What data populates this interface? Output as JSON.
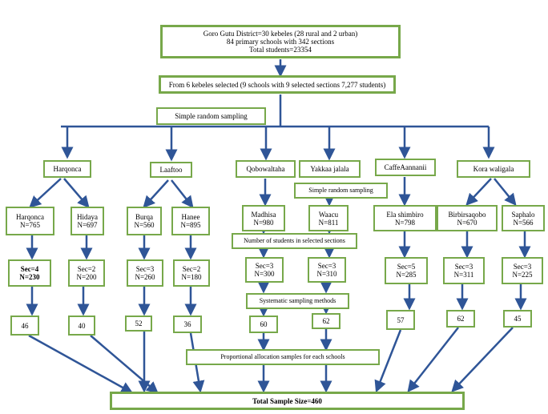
{
  "top": {
    "line1": "Goro Gutu District=30 kebeles (28 rural and 2 urban)",
    "line2": "84 primary schools with 342 sections",
    "line3": "Total students=23354"
  },
  "selected": "From 6 kebeles selected (9 schools with 9 selected sections 7,277 students)",
  "method_random": "Simple random sampling",
  "kebeles": [
    "Harqonca",
    "Laaftoo",
    "Qobowaltaha",
    "Yakkaa jalala",
    "CaffeAannanii",
    "Kora waligala"
  ],
  "method_random_2": "Simple random sampling",
  "schools": [
    {
      "name": "Harqonca",
      "n": "N=765",
      "sec": "Sec=4",
      "sn": "N=230",
      "sample": "46"
    },
    {
      "name": "Hidaya",
      "n": "N=697",
      "sec": "Sec=2",
      "sn": "N=200",
      "sample": "40"
    },
    {
      "name": "Burqa",
      "n": "N=560",
      "sec": "Sec=3",
      "sn": "N=260",
      "sample": "52"
    },
    {
      "name": "Hanee",
      "n": "N=895",
      "sec": "Sec=2",
      "sn": "N=180",
      "sample": "36"
    },
    {
      "name": "Madhisa",
      "n": "N=980",
      "sec": "Sec=3",
      "sn": "N=300",
      "sample": "60"
    },
    {
      "name": "Waacu",
      "n": "N=811",
      "sec": "Sec=3",
      "sn": "N=310",
      "sample": "62"
    },
    {
      "name": "Ela shimbiro",
      "n": "N=798",
      "sec": "Sec=5",
      "sn": "N=285",
      "sample": "57"
    },
    {
      "name": "Birbirsaqobo",
      "n": "N=670",
      "sec": "Sec=3",
      "sn": "N=311",
      "sample": "62"
    },
    {
      "name": "Saphalo",
      "n": "N=566",
      "sec": "Sec=3",
      "sn": "N=225",
      "sample": "45"
    }
  ],
  "label_students": "Number of students in selected sections",
  "label_systematic": "Systematic sampling methods",
  "label_proportional": "Proportional allocation samples for each schools",
  "total": "Total Sample Size=460",
  "colors": {
    "box_border": "#77a84a",
    "arrow": "#2f5597"
  }
}
